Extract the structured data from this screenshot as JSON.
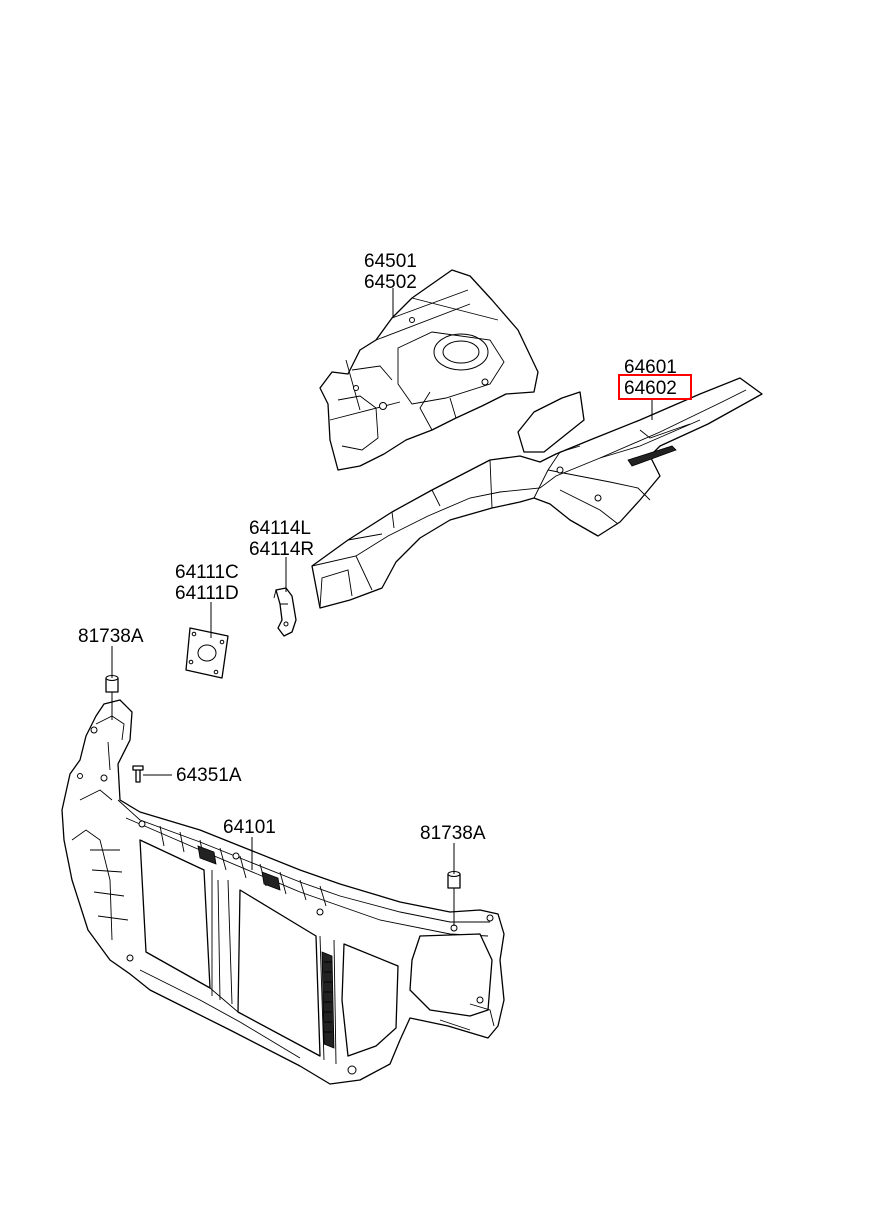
{
  "diagram": {
    "highlight_color": "#ff0000",
    "highlighted_part": "64602",
    "callouts": [
      {
        "id": "wheel-house",
        "lines": [
          "64501",
          "64502"
        ]
      },
      {
        "id": "side-member",
        "lines": [
          "64601",
          "64602"
        ]
      },
      {
        "id": "bracket-l-r",
        "lines": [
          "64114L",
          "64114R"
        ]
      },
      {
        "id": "plate-c-d",
        "lines": [
          "64111C",
          "64111D"
        ]
      },
      {
        "id": "nut-left",
        "lines": [
          "81738A"
        ]
      },
      {
        "id": "bolt",
        "lines": [
          "64351A"
        ]
      },
      {
        "id": "carrier",
        "lines": [
          "64101"
        ]
      },
      {
        "id": "nut-right",
        "lines": [
          "81738A"
        ]
      }
    ]
  }
}
